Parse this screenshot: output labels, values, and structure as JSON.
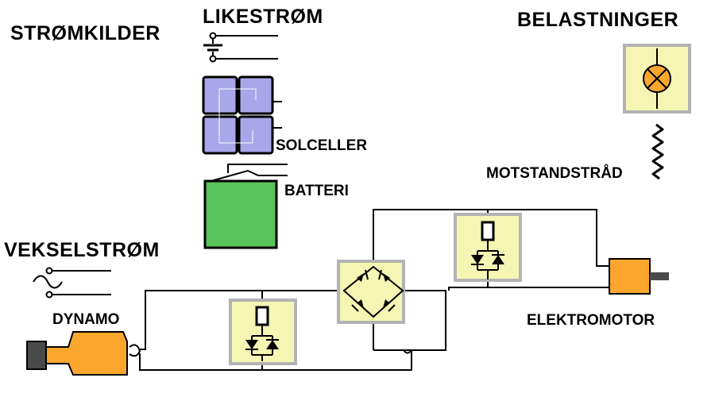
{
  "headings": {
    "sources": "STRØMKILDER",
    "dc": "LIKESTRØM",
    "loads": "BELASTNINGER",
    "ac": "VEKSELSTRØM"
  },
  "labels": {
    "solar": "SOLCELLER",
    "battery": "BATTERI",
    "resistor_wire": "MOTSTANDSTRÅD",
    "dynamo": "DYNAMO",
    "motor": "ELEKTROMOTOR"
  },
  "colors": {
    "solar_cell": "#a9a6ea",
    "battery": "#59c45c",
    "component_box": "#f5f5b4",
    "component_border": "#b3b3b3",
    "motor": "#fba72e",
    "dynamo": "#fba72e",
    "lamp": "#fba72e",
    "shaft": "#4a4a4a",
    "wire": "#000000"
  },
  "icons": {
    "dc_source": "dc-symbol-icon",
    "ac_source": "ac-symbol-icon",
    "lamp": "lamp-icon",
    "diode_bridge": "diode-bridge-icon",
    "resistor_diode": "resistor-diode-icon"
  }
}
